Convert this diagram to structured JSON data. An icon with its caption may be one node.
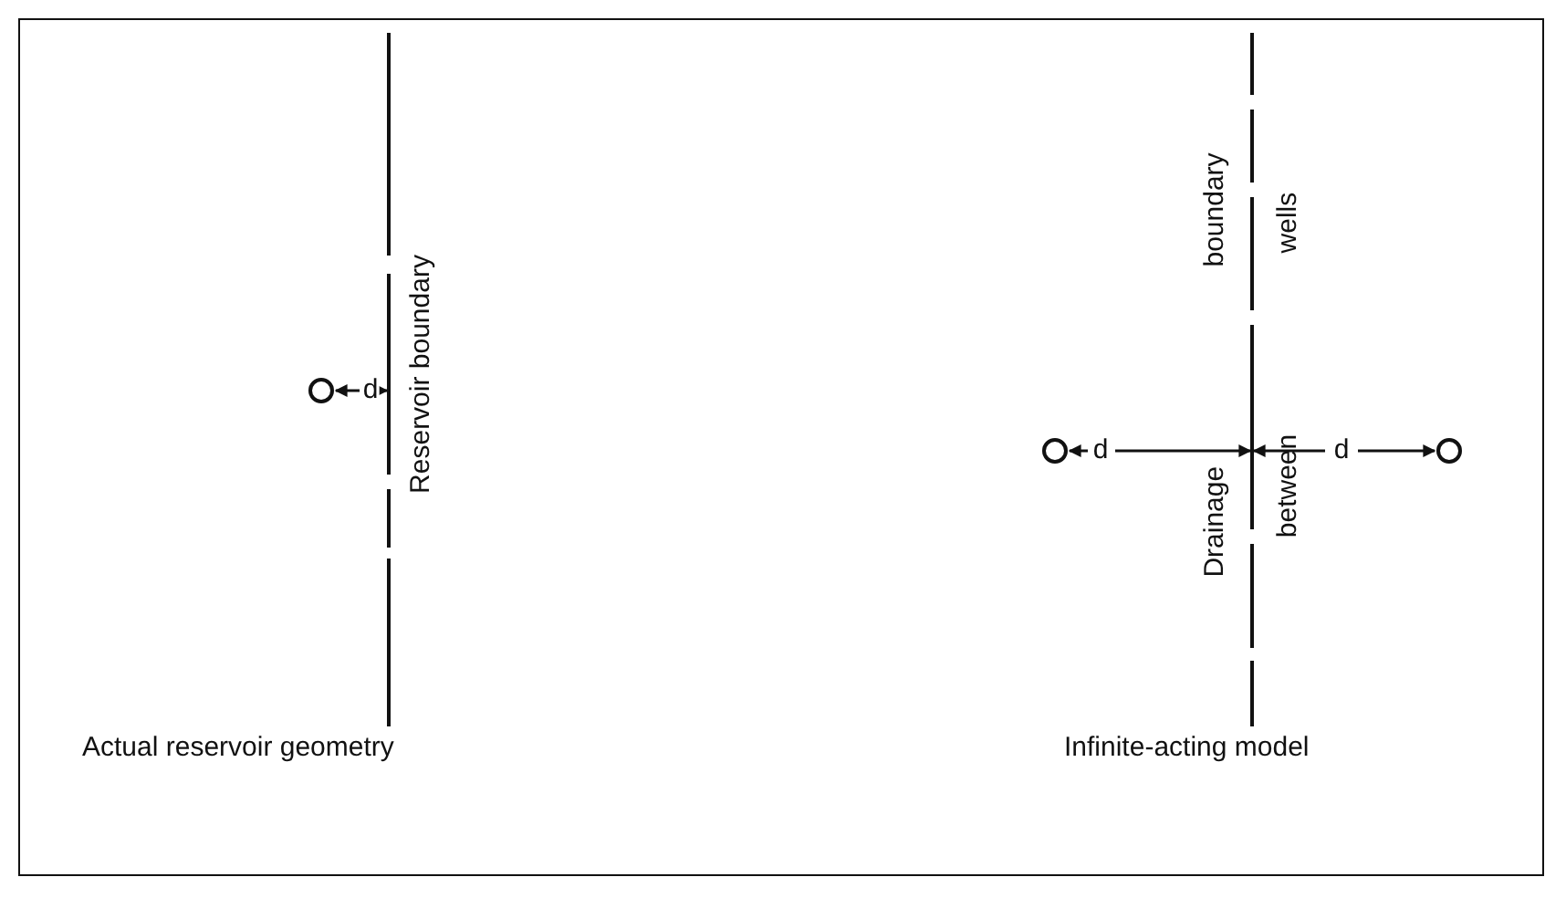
{
  "diagram": {
    "nodes": [
      {
        "text": [],
        "shape": "circle"
      },
      {
        "text": [
          "Reservoir boundary"
        ]
      },
      {
        "text": [],
        "shape": "circle"
      },
      {
        "text": [
          "Drainage boundary",
          "between wells"
        ]
      },
      {
        "text": [],
        "shape": "circle"
      }
    ],
    "edges": [],
    "labels": [
      "d",
      "d",
      "d",
      "Actual reservoir geometry",
      "Infinite-acting model"
    ]
  }
}
